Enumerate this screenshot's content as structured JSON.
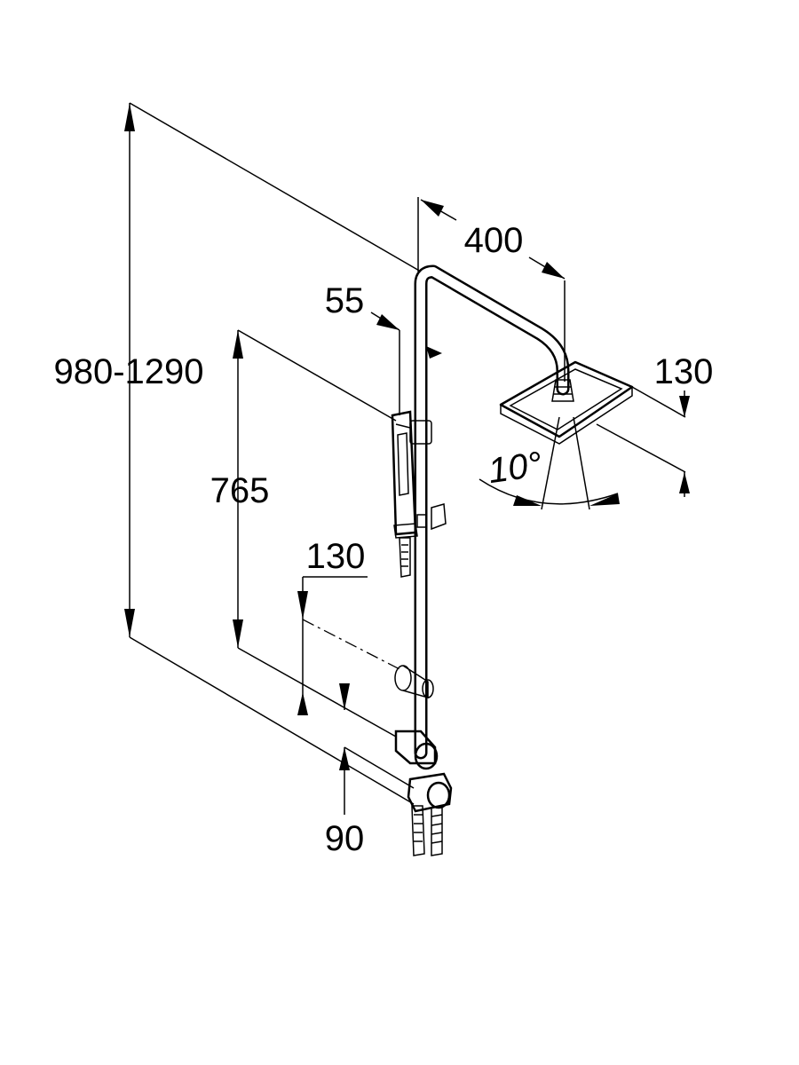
{
  "diagram": {
    "dimensions": {
      "total_height": "980-1290",
      "arm_length": "400",
      "head_size": "130",
      "handshower_offset": "55",
      "slider_height": "765",
      "wall_offset": "130",
      "mixer_offset": "90",
      "tilt_angle": "10°"
    }
  },
  "colors": {
    "line": "#000000",
    "background": "#ffffff"
  }
}
